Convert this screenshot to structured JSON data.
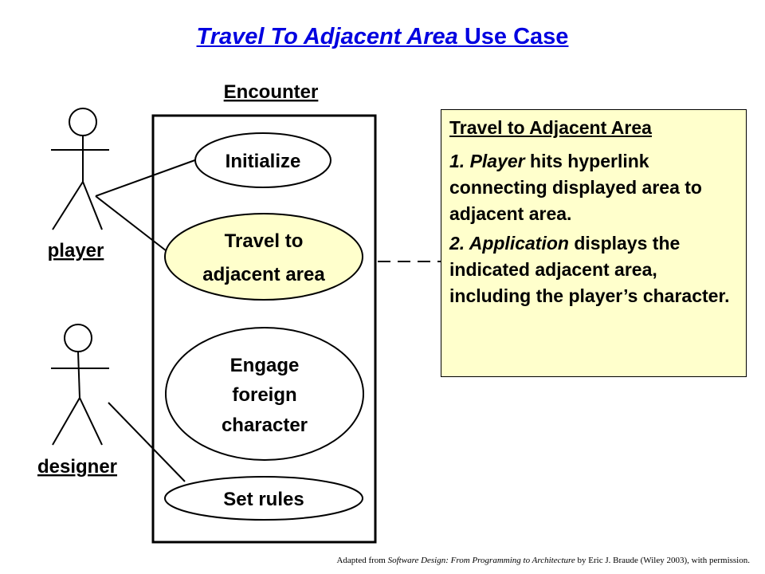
{
  "title": {
    "part1": "Travel To Adjacent Area",
    "part2": " Use Case"
  },
  "system_boundary": {
    "label": "Encounter"
  },
  "actors": [
    {
      "id": "player",
      "label": "player"
    },
    {
      "id": "designer",
      "label": "designer"
    }
  ],
  "use_cases": [
    {
      "id": "initialize",
      "lines": [
        "Initialize"
      ]
    },
    {
      "id": "travel",
      "lines": [
        "Travel to",
        "adjacent area"
      ],
      "fill": "#ffffcc"
    },
    {
      "id": "engage",
      "lines": [
        "Engage",
        "foreign",
        "character"
      ]
    },
    {
      "id": "set-rules",
      "lines": [
        "Set rules"
      ]
    }
  ],
  "note": {
    "title": "Travel to Adjacent Area",
    "step1": {
      "num": "1. ",
      "actor": "Player",
      "text": " hits hyperlink connecting displayed area to adjacent area."
    },
    "step2": {
      "num": "2. ",
      "actor": "Application",
      "text": " displays the indicated adjacent area, including the player’s character."
    }
  },
  "credit": {
    "prefix": "Adapted from ",
    "book": "Software Design: From Programming to Architecture",
    "suffix": " by Eric J. Braude (Wiley 2003), with permission."
  },
  "colors": {
    "title": "#0000e0",
    "highlight": "#ffffcc",
    "line": "#000000"
  }
}
